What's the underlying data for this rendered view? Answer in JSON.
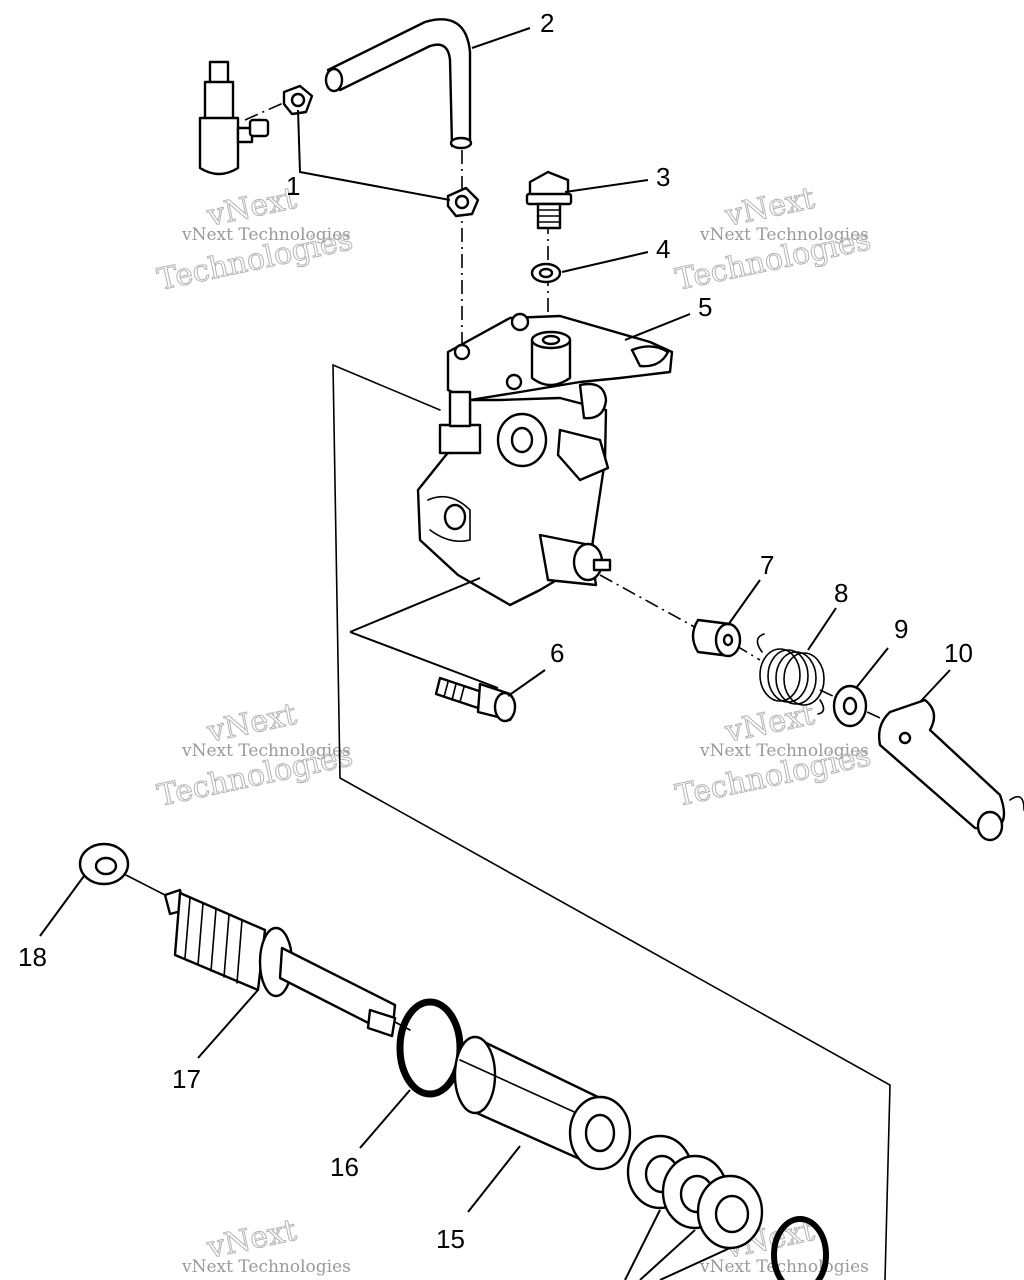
{
  "watermark": {
    "line_small": "vNext Technologies",
    "line_big_1": "vNext",
    "line_big_2": "Technologies"
  },
  "callouts": [
    "1",
    "2",
    "3",
    "4",
    "5",
    "6",
    "7",
    "8",
    "9",
    "10",
    "15",
    "16",
    "17",
    "18"
  ]
}
